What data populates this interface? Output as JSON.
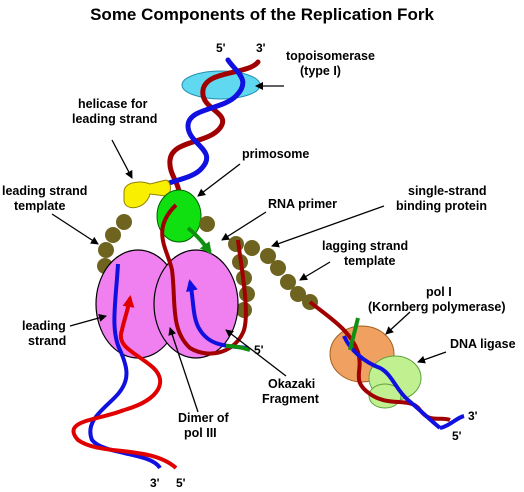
{
  "title": "Some Components of the Replication Fork",
  "labels": {
    "topoisomerase": [
      "topoisomerase",
      "(type I)"
    ],
    "helicase": [
      "helicase for",
      "leading strand"
    ],
    "primosome": "primosome",
    "leading_template": [
      "leading strand",
      "template"
    ],
    "rna_primer": "RNA primer",
    "ssb": [
      "single-strand",
      "binding protein"
    ],
    "lagging_template": [
      "lagging strand",
      "template"
    ],
    "pol1": [
      "pol I",
      "(Kornberg polymerase)"
    ],
    "leading_strand": [
      "leading",
      "strand"
    ],
    "dna_ligase": "DNA ligase",
    "okazaki": [
      "Okazaki",
      "Fragment"
    ],
    "dimer": [
      "Dimer of",
      "pol III"
    ]
  },
  "ends": {
    "top_left": "5'",
    "top_right": "3'",
    "bottom_left": "3'",
    "bottom_right": "5'",
    "okazaki_end": "5'",
    "lagging_right_top": "3'",
    "lagging_right_bottom": "5'"
  },
  "colors": {
    "strand_blue": "#1010e0",
    "strand_red": "#a00000",
    "primer_green": "#109010",
    "topo": "#60d8f0",
    "helicase": "#f8f000",
    "primosome": "#10e010",
    "ssb": "#6e6420",
    "pol3": "#f080f0",
    "pol1": "#f0a060",
    "ligase": "#c0f090"
  }
}
